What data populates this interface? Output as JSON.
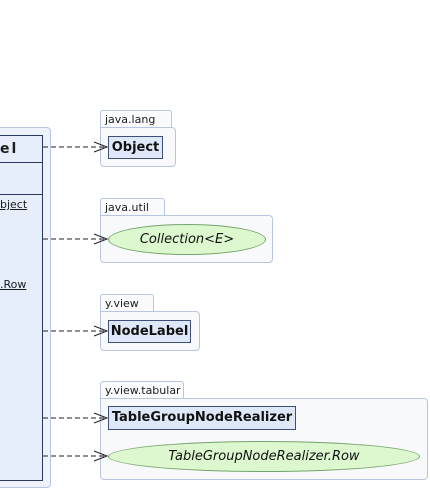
{
  "main_class": {
    "title": "el",
    "field_text": "bject",
    "row_text": ".Row"
  },
  "packages": [
    {
      "name": "java.lang",
      "members": [
        {
          "label": "Object",
          "kind": "class"
        }
      ]
    },
    {
      "name": "java.util",
      "members": [
        {
          "label": "Collection<E>",
          "kind": "interface"
        }
      ]
    },
    {
      "name": "y.view",
      "members": [
        {
          "label": "NodeLabel",
          "kind": "class"
        }
      ]
    },
    {
      "name": "y.view.tabular",
      "members": [
        {
          "label": "TableGroupNodeRealizer",
          "kind": "class"
        },
        {
          "label": "TableGroupNodeRealizer.Row",
          "kind": "interface"
        }
      ]
    }
  ],
  "colors": {
    "class_fill": "#dfe8f8",
    "interface_fill": "#ddf7cf",
    "frame_border": "#b9c6e0",
    "arrow": "#222222"
  }
}
